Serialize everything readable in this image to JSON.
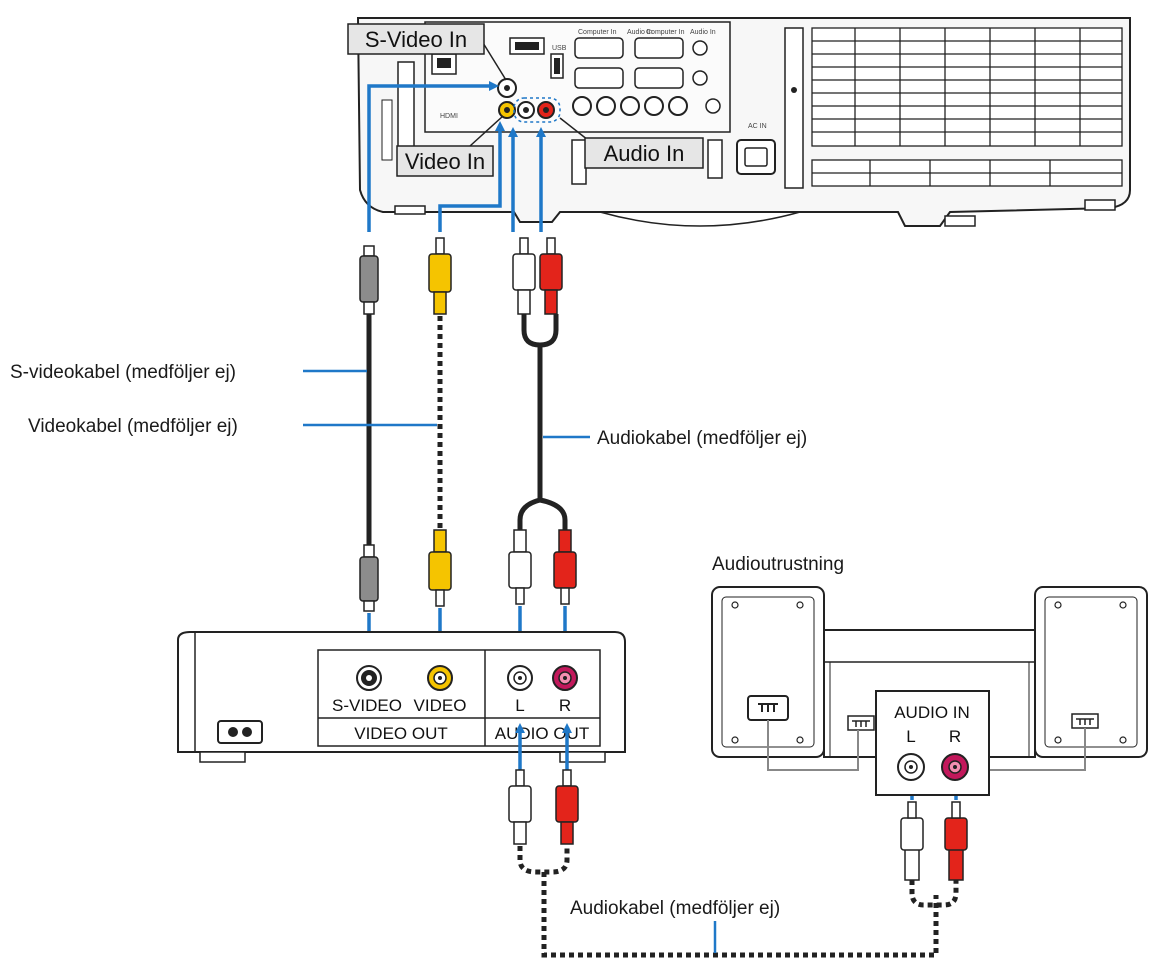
{
  "projector": {
    "svideo_in_label": "S-Video In",
    "video_in_label": "Video In",
    "audio_in_label": "Audio In",
    "port_labels": [
      "Computer In",
      "Audio In",
      "Computer In",
      "Audio In",
      "HDMI",
      "USB",
      "AC IN"
    ]
  },
  "cables": {
    "svideo_cable_label": "S-videokabel (medföljer ej)",
    "video_cable_label": "Videokabel (medföljer ej)",
    "audio_cable_label_top": "Audiokabel (medföljer ej)",
    "audio_cable_label_bottom": "Audiokabel (medföljer ej)"
  },
  "player": {
    "svideo_jack_label": "S-VIDEO",
    "video_jack_label": "VIDEO",
    "video_out_label": "VIDEO OUT",
    "left_label": "L",
    "right_label": "R",
    "audio_out_label": "AUDIO OUT"
  },
  "audio_equipment": {
    "title": "Audioutrustning",
    "audio_in_label": "AUDIO IN",
    "left_label": "L",
    "right_label": "R"
  },
  "colors": {
    "arrow": "#1f78c8",
    "video_plug": "#f5c400",
    "audio_right_plug": "#e3241b",
    "audio_left_plug": "#ffffff",
    "svideo_plug": "#8c8c8c",
    "line": "#222222"
  }
}
